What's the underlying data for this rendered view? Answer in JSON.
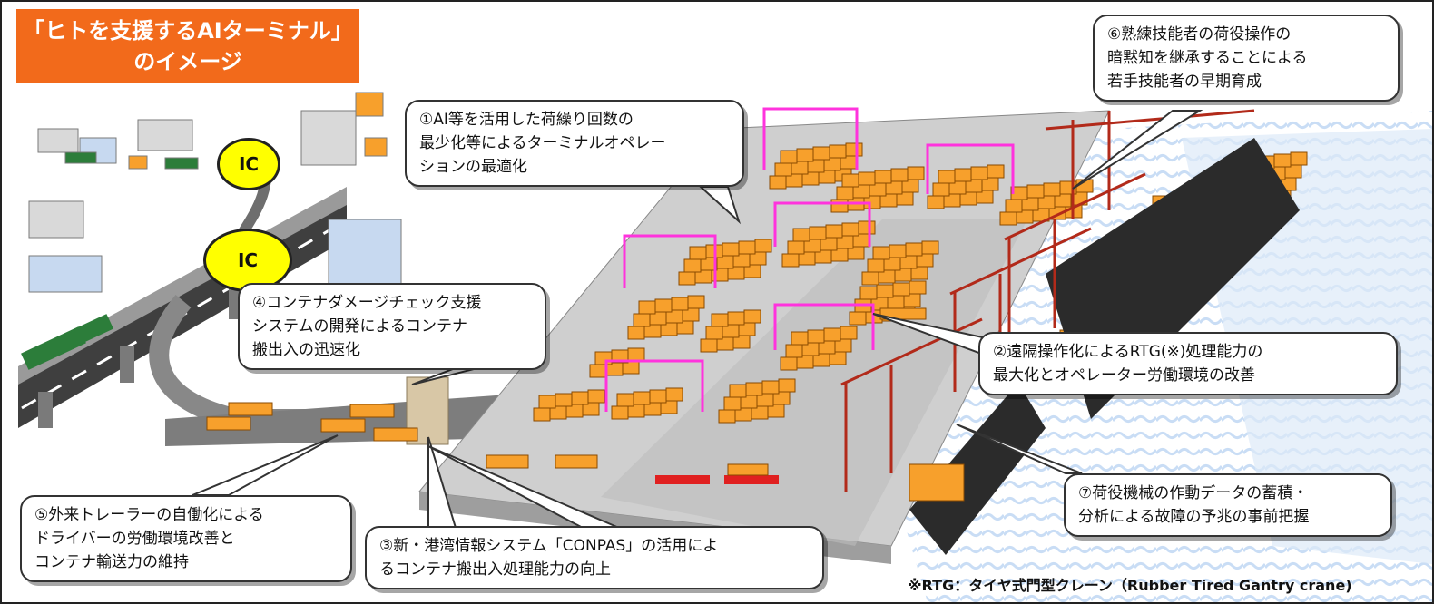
{
  "title": {
    "line1": "「ヒトを支援するAIターミナル」",
    "line2": "のイメージ"
  },
  "interchange_labels": [
    "IC",
    "IC"
  ],
  "callouts": {
    "c1": {
      "lines": [
        "①AI等を活用した荷繰り回数の",
        "最少化等によるターミナルオペレー",
        "ションの最適化"
      ]
    },
    "c2": {
      "lines": [
        "②遠隔操作化によるRTG(※)処理能力の",
        "最大化とオペレーター労働環境の改善"
      ]
    },
    "c3": {
      "lines": [
        "③新・港湾情報システム「CONPAS」の活用によ",
        "るコンテナ搬出入処理能力の向上"
      ]
    },
    "c4": {
      "lines": [
        "④コンテナダメージチェック支援",
        "システムの開発によるコンテナ",
        "搬出入の迅速化"
      ]
    },
    "c5": {
      "lines": [
        "⑤外来トレーラーの自働化による",
        "ドライバーの労働環境改善と",
        "コンテナ輸送力の維持"
      ]
    },
    "c6": {
      "lines": [
        "⑥熟練技能者の荷役操作の",
        "暗黙知を継承することによる",
        "若手技能者の早期育成"
      ]
    },
    "c7": {
      "lines": [
        "⑦荷役機械の作動データの蓄積・",
        "分析による故障の予兆の事前把握"
      ]
    }
  },
  "footnote": "※RTG：タイヤ式門型クレーン（Rubber Tired Gantry crane)",
  "colors": {
    "title_bg": "#f26a1b",
    "container": "#f7a02c",
    "container_edge": "#8a4a00",
    "rtg_frame": "#ff33dd",
    "crane": "#b22a1a",
    "yard": "#bdbdbd",
    "road": "#4a4a4a",
    "ic_fill": "#ffff00",
    "sea": "#c9ddf5"
  }
}
